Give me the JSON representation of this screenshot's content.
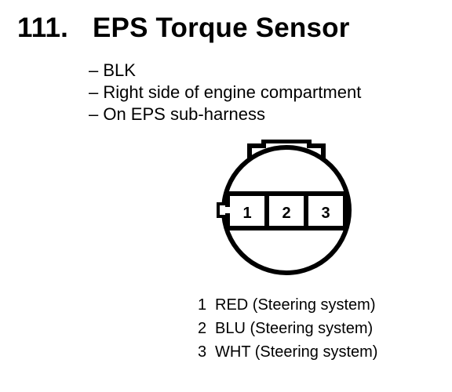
{
  "header": {
    "number": "111.",
    "title": "EPS Torque Sensor"
  },
  "details": [
    "– BLK",
    "– Right side of engine compartment",
    "– On EPS sub-harness"
  ],
  "connector": {
    "cavities": [
      "1",
      "2",
      "3"
    ]
  },
  "pins": [
    {
      "number": "1",
      "description": "RED (Steering system)"
    },
    {
      "number": "2",
      "description": "BLU (Steering system)"
    },
    {
      "number": "3",
      "description": "WHT (Steering system)"
    }
  ],
  "colors": {
    "ink": "#000000",
    "background": "#ffffff"
  }
}
